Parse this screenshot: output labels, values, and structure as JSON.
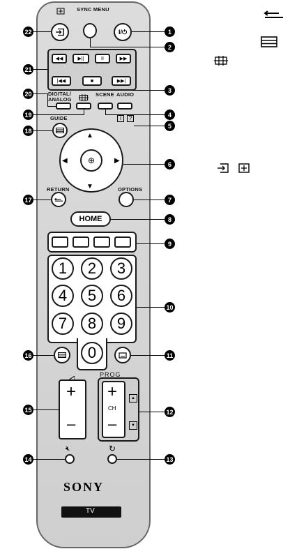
{
  "labels": {
    "sync_menu": "SYNC MENU",
    "digital_analog": "DIGITAL/ ANALOG",
    "scene": "SCENE",
    "audio": "AUDIO",
    "guide": "GUIDE",
    "return": "RETURN",
    "options": "OPTIONS",
    "home": "HOME",
    "prog": "PROG",
    "ch": "CH",
    "brand": "SONY",
    "tv": "TV",
    "power": "I/⏻",
    "plus": "+",
    "minus": "–"
  },
  "numbers": [
    "1",
    "2",
    "3",
    "4",
    "5",
    "6",
    "7",
    "8",
    "9",
    "0"
  ],
  "callouts": [
    "1",
    "2",
    "3",
    "4",
    "5",
    "6",
    "7",
    "8",
    "9",
    "10",
    "11",
    "12",
    "13",
    "14",
    "15",
    "16",
    "17",
    "18",
    "19",
    "20",
    "21",
    "22"
  ],
  "transport": [
    "◀◀",
    "▶||",
    "II",
    "▶▶",
    "|◀◀",
    "■",
    "▶▶|"
  ],
  "colors": {
    "remote_body": "#d5d5d5",
    "button_outline": "#1a1a1a",
    "callout": "#000000"
  },
  "icons": {
    "input": "input-icon",
    "return_arrow": "return-arrow-icon",
    "text": "text-icon",
    "wide": "wide-icon"
  }
}
